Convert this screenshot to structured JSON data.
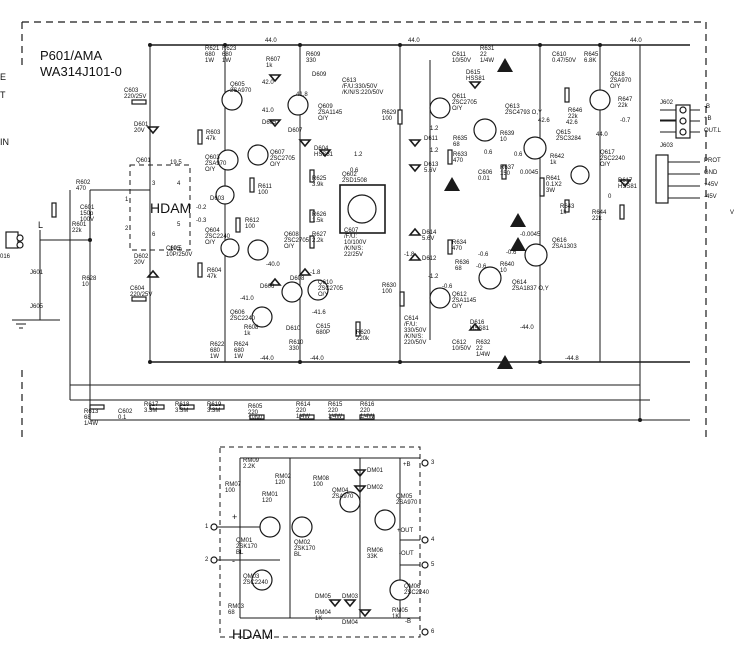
{
  "header": {
    "model": "P601/AMA",
    "board": "WA314J101-0"
  },
  "left_edge": {
    "e": "E",
    "t": "T",
    "in": "IN",
    "l": "L",
    "n016": "016",
    "j601": "J601",
    "j605": "J605"
  },
  "hdam_module_top": {
    "title": "HDAM",
    "q601": "Q601",
    "p3": "3",
    "p4": "4",
    "p5": "5",
    "p6": "6",
    "p1": "1",
    "p2": "2",
    "v1": "19.5",
    "v2": "19.5"
  },
  "components": {
    "r602": "R602\n470",
    "c601": "C601\n150p\n100V",
    "r601": "R601\n22k",
    "r628": "R628\n10",
    "c603": "C603\n220/25V",
    "d601": "D601\n20V",
    "r603": "R603\n47k",
    "q603": "Q603\n2SA970\nO/Y",
    "q605": "Q605\n2SA970",
    "r621": "R621\n680\n1W",
    "r623": "R623\n680\n1W",
    "r607": "R607\n1k",
    "r609": "R609\n330",
    "d609": "D609",
    "d605": "D605",
    "q609": "Q609\n2SA1145\nO/Y",
    "d607": "D607",
    "q607": "Q607\n2SC2705\nO/Y",
    "r611": "R611\n100",
    "d604": "D604\nHSS81",
    "r625": "R625\n3.9k",
    "r626": "R626\n1.5k",
    "r627": "R627\n2.2k",
    "q602": "Q602\n2SD1508",
    "c607": "C607\n/F/U:\n10/100V\n/K/N/S:\n22/25V",
    "c613": "C613\n/F/U:330/50V\n/K/N/S:220/50V",
    "r629": "R629\n100",
    "q611": "Q611\n2SC2705\nO/Y",
    "c611": "C611\n10/50V",
    "r631": "R631\n22\n1/4W",
    "d615": "D615\nHSS81",
    "d611": "D611",
    "d613": "D613\n5.6V",
    "r635": "R635\n68",
    "r633": "R633\n470",
    "c606": "C606\n0.01",
    "q613": "Q613\n2SC4793 O,Y",
    "r639": "R639\n10",
    "r637": "R637\n150",
    "r641": "R641\n0.1X2\n3W",
    "c610": "C610\n0.47/50V",
    "r645": "R645\n6.8K",
    "q618": "Q618\n2SA970\nO/Y",
    "r646": "R646\n22k",
    "q615": "Q615\n2SC3284",
    "r642": "R642\n1k",
    "q617": "Q617\n2SC2240\nO/Y",
    "d617": "D617\nHSS81",
    "r647": "R647\n22k",
    "r643": "R643\n1k",
    "r644": "R644\n22k",
    "q616": "Q616\n2SA1303",
    "d614": "D614\n5.6V",
    "d612": "D612",
    "r634": "R634\n470",
    "r636": "R636\n68",
    "r640": "R640\n10",
    "q614": "Q614\n2SA1837 O,Y",
    "q612": "Q612\n2SA1145\nO/Y",
    "r630": "R630\n100",
    "c614": "C614\n/F/U:\n330/50V\n/K/N/S:\n220/50V",
    "d616": "D616\nHSS81",
    "c612": "C612\n10/50V",
    "r632": "R632\n22\n1/4W",
    "r620": "R620\n220k",
    "c615": "C615\n680P",
    "c605": "C605\n10P/250V",
    "d603": "D603",
    "q604": "Q604\n2SC2240\nO/Y",
    "r612": "R612\n100",
    "d602": "D602\n20V",
    "r604": "R604\n47k",
    "c604": "C604\n220/25V",
    "q606": "Q606\n2SC2240",
    "r608": "R608\n1k",
    "d606": "D606",
    "d608": "D608",
    "q608": "Q608\n2SC2705\nO/Y",
    "q610": "Q610\n2SC2705\nO/Y",
    "d610": "D610",
    "r610": "R610\n330",
    "r622": "R622\n680\n1W",
    "r624": "R624\n680\n1W",
    "r613": "R613\n68\n1/4W",
    "c602": "C602\n0.1",
    "r617": "R617\n3.3M",
    "r618": "R618\n3.3M",
    "r619": "R619\n3.3M",
    "r605": "R605\n220\n1/4W",
    "r614": "R614\n220\n1/4W",
    "r615": "R615\n220\n1/4W",
    "r616": "R616\n220\n1/4W"
  },
  "voltages": [
    "44.0",
    "44.0",
    "44.0",
    "42.0",
    "41.0",
    "41.8",
    "42.6",
    "44.0",
    "42.6",
    "1.2",
    "1.2",
    "0.6",
    "0.6",
    "0.6",
    "0.0045",
    "-0.7",
    "-0.2",
    "-0.3",
    "-1.8",
    "-1.8",
    "-1.2",
    "-0.6",
    "-0.6",
    "-0.0045",
    "-40.0",
    "-41.0",
    "-41.6",
    "-44.0",
    "-44.0",
    "-44.8",
    "-44.0",
    "0",
    "1.2",
    "-0.6",
    "-0.6"
  ],
  "connectors": {
    "j602": "J602",
    "j603": "J603",
    "out_b_minus": "-B",
    "out_b_plus": "+B",
    "out_l": "OUT.L",
    "prot": "PROT",
    "gnd": "GND",
    "v45p": "+45V",
    "v45m": "-45V",
    "edge_v": "V"
  },
  "hdam_detail": {
    "title": "HDAM",
    "rm09": "RM09\n2.2K",
    "rm07": "RM07\n100",
    "rm02": "RM02\n120",
    "rm01": "RM01\n120",
    "rm08": "RM08\n100",
    "qm01": "QM01\n2SK170\nBL",
    "qm02": "QM02\n2SK170\nBL",
    "qm04": "QM04\n2SA970",
    "qm05": "QM05\n2SA970",
    "dm01": "DM01",
    "dm02": "DM02",
    "rm06": "RM06\n33K",
    "qm03": "QM03\n2SC2240",
    "qm06": "QM06\n2SC2240",
    "rm03": "RM03\n68",
    "rm04": "RM04\n1K",
    "rm05": "RM05\n1K",
    "dm03": "DM03",
    "dm04": "DM04",
    "dm05": "DM05",
    "plus_b": "+B",
    "minus_b": "-B",
    "plus_out": "+OUT",
    "minus_out": "-OUT",
    "pin1": "1",
    "pin2": "2",
    "pin3": "3",
    "pin4": "4",
    "pin5": "5",
    "pin6": "6",
    "plus": "+",
    "minus": "-"
  }
}
